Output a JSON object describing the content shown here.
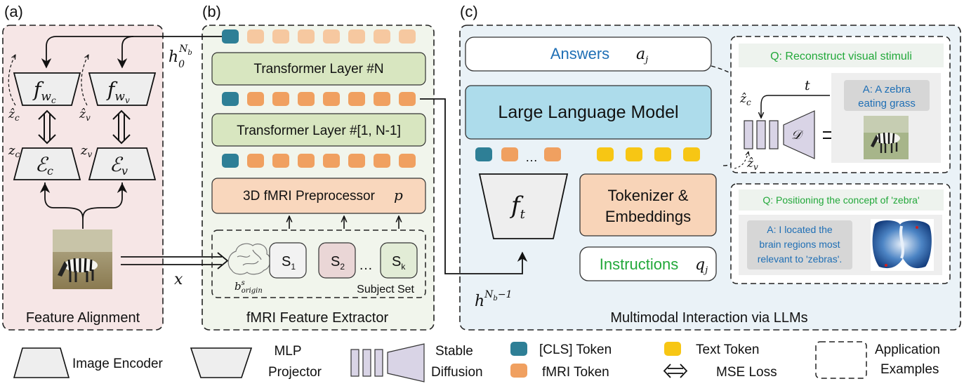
{
  "panels": {
    "a": {
      "tag": "(a)",
      "caption": "Feature Alignment"
    },
    "b": {
      "tag": "(b)",
      "caption": "fMRI Feature Extractor"
    },
    "c": {
      "tag": "(c)",
      "caption": "Multimodal Interaction via LLMs"
    }
  },
  "alignment": {
    "f_wc": "f",
    "f_wc_sub": "w",
    "f_wc_subsub": "c",
    "f_wv": "f",
    "f_wv_sub": "w",
    "f_wv_subsub": "v",
    "zhat_c": "ẑ",
    "zhat_c_sub": "c",
    "zhat_v": "ẑ",
    "zhat_v_sub": "v",
    "z_c": "z",
    "z_c_sub": "c",
    "z_v": "z",
    "z_v_sub": "v",
    "enc_c": "ℰ",
    "enc_c_sub": "c",
    "enc_v": "ℰ",
    "enc_v_sub": "v",
    "x_label": "x",
    "h0_label": "h",
    "h0_sub": "0",
    "h0_sup": "N",
    "h0_supsub": "b"
  },
  "extractor": {
    "transformer_n": "Transformer Layer #N",
    "transformer_rest": "Transformer Layer #[1, N-1]",
    "preprocessor": "3D fMRI Preprocessor",
    "preprocessor_var": "p",
    "subjects": [
      "S",
      "S",
      "S"
    ],
    "subject_subs": [
      "1",
      "2",
      "k"
    ],
    "subjects_ellipsis": "…",
    "subject_set": "Subject Set",
    "b_origin": "b",
    "b_origin_sup": "s",
    "b_origin_sub": "origin",
    "h_nb_label": "h",
    "h_nb_sup": "N",
    "h_nb_supsub": "b",
    "h_nb_suptail": "−1"
  },
  "llm": {
    "answers": "Answers",
    "answers_var": "a",
    "answers_var_sub": "j",
    "model": "Large Language Model",
    "tokenizer": [
      "Tokenizer &",
      "Embeddings"
    ],
    "instructions": "Instructions",
    "instructions_var": "q",
    "instructions_var_sub": "j",
    "f_t": "f",
    "f_t_sub": "t",
    "token_ellipsis": "…"
  },
  "examples": {
    "q1": "Q: Reconstruct visual stimuli",
    "a1": [
      "A: A zebra",
      "eating grass"
    ],
    "t_label": "t",
    "zc_label": "ẑ",
    "zc_sub": "c",
    "zv_label": "ẑ",
    "zv_sub": "v",
    "decoder": "𝒟",
    "q2": "Q: Positioning the concept of 'zebra'",
    "a2": [
      "A: I located the",
      "brain regions most",
      "relevant to 'zebras'."
    ]
  },
  "legend": {
    "image_encoder": "Image Encoder",
    "mlp_projector": [
      "MLP",
      "Projector"
    ],
    "stable_diffusion": [
      "Stable",
      "Diffusion"
    ],
    "cls_token": "[CLS] Token",
    "fmri_token": "fMRI Token",
    "text_token": "Text Token",
    "mse_loss": "MSE Loss",
    "application_examples": [
      "Application",
      "Examples"
    ]
  },
  "colors": {
    "cls_token": "#2e7f96",
    "fmri_token": "#f0a060",
    "fmri_token_light": "#f6c8a0",
    "text_token": "#f7c614",
    "transformer_fill": "#d8e6c0",
    "preproc_fill": "#f9d7bd",
    "llm_fill": "#addceb",
    "tokenizer_fill": "#f8d4b8",
    "panel_a_bg": "#f6e6e6",
    "panel_b_bg": "#f1f5ec",
    "panel_c_bg": "#eaf2f7",
    "answer_blue": "#1f6fb5",
    "instruction_green": "#22a83a"
  }
}
